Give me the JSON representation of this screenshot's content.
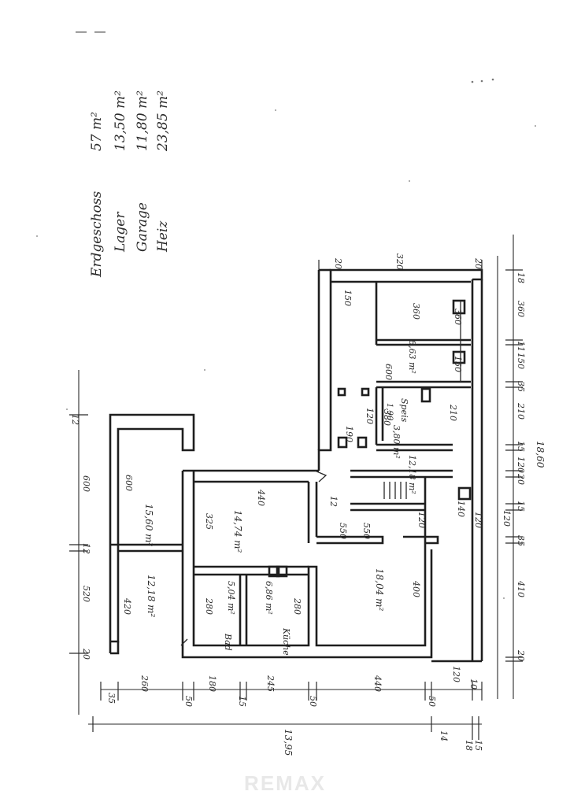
{
  "legend": {
    "rows": [
      {
        "label": "Erdgeschoss",
        "area": "57 m²"
      },
      {
        "label": "Lager",
        "area": "13,50 m²"
      },
      {
        "label": "Garage",
        "area": "11,80 m²"
      },
      {
        "label": "Heiz",
        "area": "23,85 m²"
      }
    ]
  },
  "rooms": {
    "r_left_top": {
      "area": "15,60 m²",
      "dim": "600"
    },
    "r_left_bottom": {
      "area": "12,18 m²",
      "dim": "420"
    },
    "r_wohnen": {
      "area": "14,74 m²",
      "w": "440",
      "h": "325"
    },
    "r_bad": {
      "area": "5,04 m²",
      "dim": "280",
      "name": "Bad"
    },
    "r_kueche": {
      "area": "6,86 m²",
      "dim": "280",
      "name": "Küche"
    },
    "r_big": {
      "area": "18,04 m²",
      "w": "550",
      "h": "400"
    },
    "r_flur": {
      "area": "12,18 m²"
    },
    "r_speis": {
      "area": "3,80 m²",
      "name": "Speis",
      "sub": "1,90",
      "w": "380",
      "h": "210"
    },
    "r_top": {
      "area": "8,63 m²",
      "w": "360",
      "h": "360"
    }
  },
  "dims": {
    "bottom_total": "13,95",
    "bottom_segments": [
      "35",
      "260",
      "50",
      "180",
      "15",
      "245",
      "50",
      "440",
      "50",
      "120",
      "10"
    ],
    "left_segments": [
      "600",
      "12",
      "520",
      "20"
    ],
    "right_segments": [
      "18",
      "360",
      "11",
      "150",
      "35",
      "210",
      "15",
      "120",
      "20",
      "15",
      "120",
      "35",
      "410",
      "20"
    ],
    "right_total": "18,60",
    "top_segments": [
      "20",
      "320",
      "20"
    ],
    "misc": [
      "150",
      "150",
      "600",
      "190",
      "120",
      "550",
      "120",
      "140",
      "120",
      "15",
      "12",
      "14",
      "18",
      "12"
    ]
  },
  "watermark": "REMAX"
}
